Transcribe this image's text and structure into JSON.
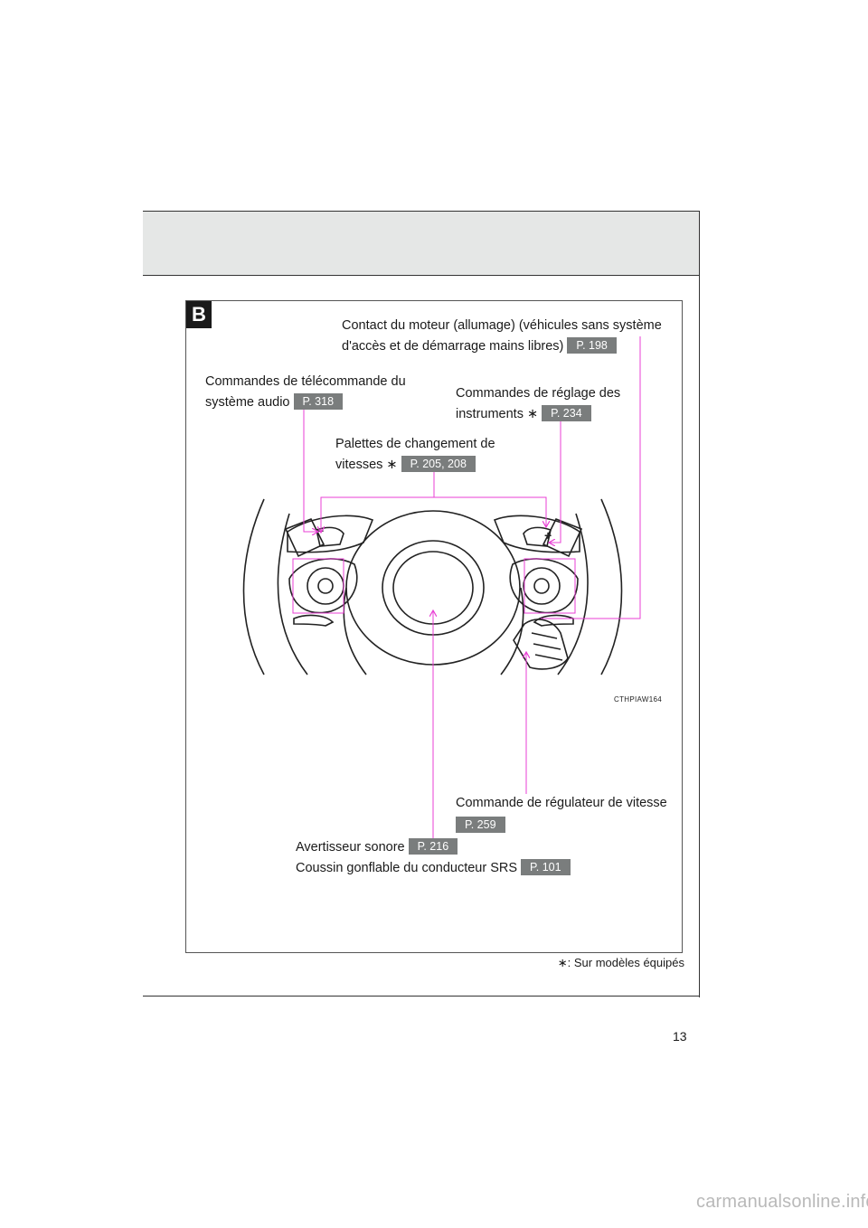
{
  "section": {
    "badge": "B"
  },
  "labels": {
    "ignition": {
      "line1": "Contact du moteur (allumage) (véhicules sans système",
      "line2": "d'accès et de démarrage mains libres)",
      "ref": "P. 198"
    },
    "audio": {
      "line1": "Commandes de télécommande du",
      "line2": "système audio",
      "ref": "P. 318"
    },
    "instruments": {
      "line1": "Commandes de réglage des",
      "line2": "instruments ∗",
      "ref": "P. 234"
    },
    "paddles": {
      "line1": "Palettes de changement de",
      "line2": "vitesses ∗",
      "ref": "P. 205, 208"
    },
    "cruise": {
      "line1": "Commande de régulateur de vitesse",
      "ref": "P. 259"
    },
    "horn": {
      "line1": "Avertisseur sonore",
      "ref": "P. 216"
    },
    "airbag": {
      "line1": "Coussin gonflable du conducteur SRS",
      "ref": "P. 101"
    }
  },
  "figure": {
    "code": "CTHPIAW164"
  },
  "footnote": "∗: Sur modèles équipés",
  "page_number": "13",
  "watermark": "carmanualsonline.info",
  "colors": {
    "leader": "#e83fd4",
    "ref_badge": "#7a7d7d",
    "header_band": "#e5e7e6"
  }
}
